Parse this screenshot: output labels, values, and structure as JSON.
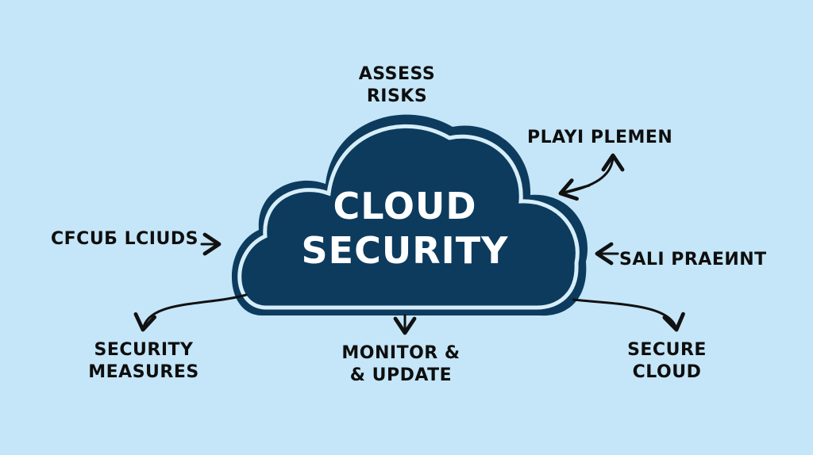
{
  "colors": {
    "background": "#c4e6f8",
    "cloud_fill": "#0d3b5e",
    "cloud_ring": "#d6eefa",
    "arrow": "#111111",
    "text": "#0e0e0e",
    "cloud_text": "#ffffff"
  },
  "center": {
    "line1": "CLOUD",
    "line2": "SECURITY"
  },
  "nodes": {
    "assess": {
      "line1": "ASSESS",
      "line2": "RISKS"
    },
    "plan": {
      "line1": "PLAYI PLEMEN"
    },
    "left": {
      "line1": "CFCUБ LCIUDS"
    },
    "right": {
      "line1": "SALI PRAEИNT"
    },
    "measures": {
      "line1": "SECURITY",
      "line2": "MEASURES"
    },
    "monitor": {
      "line1": "MONITOR &",
      "line2": "& UPDATE"
    },
    "secure": {
      "line1": "SECURE",
      "line2": "CLOUD"
    }
  }
}
